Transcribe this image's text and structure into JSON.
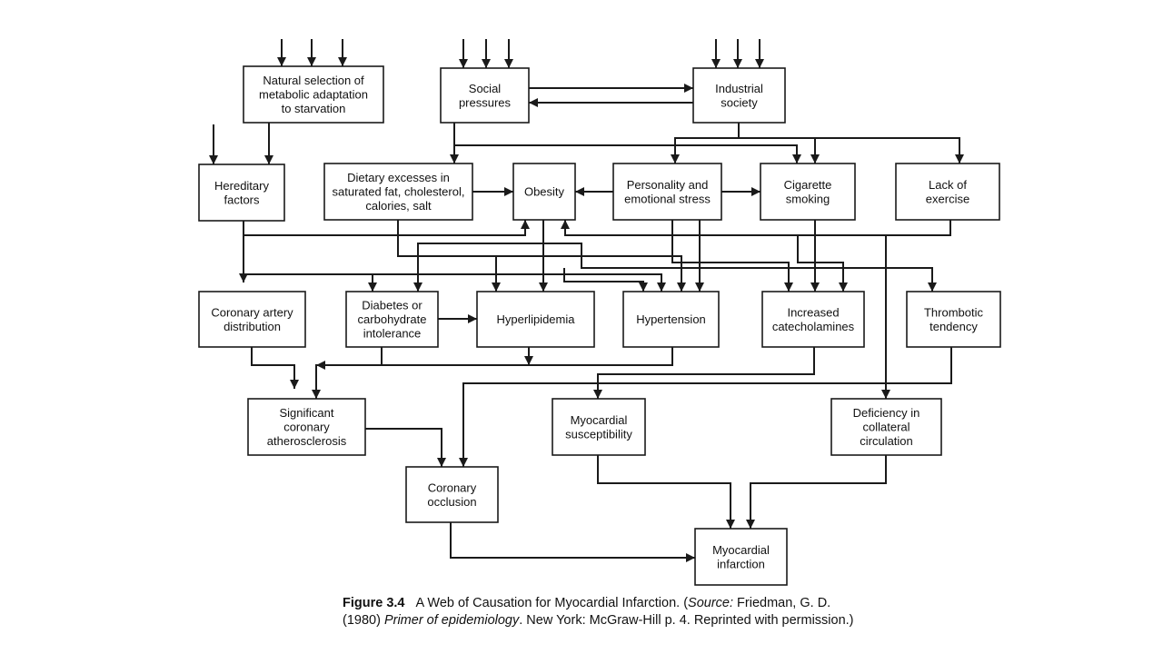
{
  "nodes": {
    "natural_selection": [
      "Natural selection of",
      "metabolic adaptation",
      "to starvation"
    ],
    "social_pressures": [
      "Social",
      "pressures"
    ],
    "industrial_society": [
      "Industrial",
      "society"
    ],
    "hereditary_factors": [
      "Hereditary",
      "factors"
    ],
    "dietary_excesses": [
      "Dietary excesses in",
      "saturated fat, cholesterol,",
      "calories, salt"
    ],
    "obesity": [
      "Obesity"
    ],
    "personality_stress": [
      "Personality and",
      "emotional stress"
    ],
    "cigarette_smoking": [
      "Cigarette",
      "smoking"
    ],
    "lack_of_exercise": [
      "Lack of",
      "exercise"
    ],
    "coronary_artery_distribution": [
      "Coronary artery",
      "distribution"
    ],
    "diabetes": [
      "Diabetes or",
      "carbohydrate",
      "intolerance"
    ],
    "hyperlipidemia": [
      "Hyperlipidemia"
    ],
    "hypertension": [
      "Hypertension"
    ],
    "increased_catecholamines": [
      "Increased",
      "catecholamines"
    ],
    "thrombotic_tendency": [
      "Thrombotic",
      "tendency"
    ],
    "significant_atherosclerosis": [
      "Significant",
      "coronary",
      "atherosclerosis"
    ],
    "myocardial_susceptibility": [
      "Myocardial",
      "susceptibility"
    ],
    "collateral_deficiency": [
      "Deficiency in",
      "collateral",
      "circulation"
    ],
    "coronary_occlusion": [
      "Coronary",
      "occlusion"
    ],
    "myocardial_infarction": [
      "Myocardial",
      "infarction"
    ]
  },
  "edges": [
    {
      "from": "natural_selection",
      "to": "hereditary_factors"
    },
    {
      "from": "social_pressures",
      "to": "industrial_society"
    },
    {
      "from": "industrial_society",
      "to": "social_pressures"
    },
    {
      "from": "social_pressures",
      "to": "dietary_excesses"
    },
    {
      "from": "social_pressures",
      "to": "cigarette_smoking"
    },
    {
      "from": "industrial_society",
      "to": "personality_stress"
    },
    {
      "from": "industrial_society",
      "to": "cigarette_smoking"
    },
    {
      "from": "industrial_society",
      "to": "lack_of_exercise"
    },
    {
      "from": "dietary_excesses",
      "to": "obesity"
    },
    {
      "from": "personality_stress",
      "to": "obesity"
    },
    {
      "from": "personality_stress",
      "to": "cigarette_smoking"
    },
    {
      "from": "hereditary_factors",
      "to": "coronary_artery_distribution"
    },
    {
      "from": "hereditary_factors",
      "to": "diabetes"
    },
    {
      "from": "hereditary_factors",
      "to": "hypertension"
    },
    {
      "from": "hereditary_factors",
      "to": "obesity"
    },
    {
      "from": "dietary_excesses",
      "to": "hyperlipidemia"
    },
    {
      "from": "dietary_excesses",
      "to": "hypertension"
    },
    {
      "from": "obesity",
      "to": "diabetes"
    },
    {
      "from": "obesity",
      "to": "hyperlipidemia"
    },
    {
      "from": "obesity",
      "to": "hypertension"
    },
    {
      "from": "obesity",
      "to": "thrombotic_tendency"
    },
    {
      "from": "personality_stress",
      "to": "hypertension"
    },
    {
      "from": "personality_stress",
      "to": "increased_catecholamines"
    },
    {
      "from": "cigarette_smoking",
      "to": "increased_catecholamines"
    },
    {
      "from": "lack_of_exercise",
      "to": "hyperlipidemia"
    },
    {
      "from": "lack_of_exercise",
      "to": "obesity"
    },
    {
      "from": "lack_of_exercise",
      "to": "collateral_deficiency"
    },
    {
      "from": "diabetes",
      "to": "hyperlipidemia"
    },
    {
      "from": "coronary_artery_distribution",
      "to": "significant_atherosclerosis"
    },
    {
      "from": "diabetes",
      "to": "significant_atherosclerosis"
    },
    {
      "from": "hyperlipidemia",
      "to": "significant_atherosclerosis"
    },
    {
      "from": "hypertension",
      "to": "significant_atherosclerosis"
    },
    {
      "from": "increased_catecholamines",
      "to": "myocardial_susceptibility"
    },
    {
      "from": "thrombotic_tendency",
      "to": "coronary_occlusion"
    },
    {
      "from": "significant_atherosclerosis",
      "to": "coronary_occlusion"
    },
    {
      "from": "myocardial_susceptibility",
      "to": "myocardial_infarction"
    },
    {
      "from": "collateral_deficiency",
      "to": "myocardial_infarction"
    },
    {
      "from": "coronary_occlusion",
      "to": "myocardial_infarction"
    }
  ],
  "caption": {
    "label": "Figure 3.4",
    "text_1": "A Web of Causation for Myocardial Infarction. (",
    "source_label": "Source:",
    "text_2": " Friedman, G. D. (1980) ",
    "book_title": "Primer of epidemiology",
    "text_3": ". New York: McGraw-Hill p. 4. Reprinted with permission.)"
  }
}
